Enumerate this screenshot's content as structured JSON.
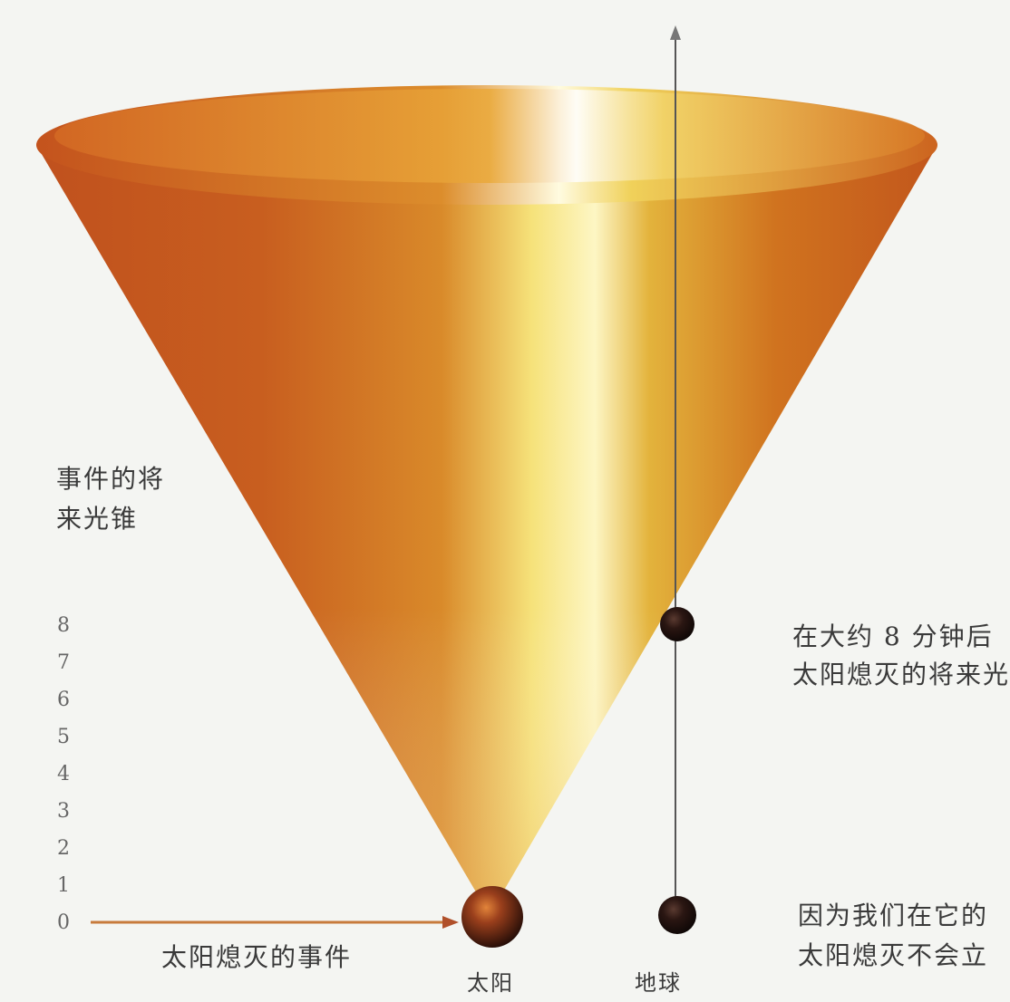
{
  "labels": {
    "future_cone_line1": "事件的将",
    "future_cone_line2": "来光锥",
    "event_label": "太阳熄灭的事件",
    "right_top_line1": "在大约 8 分钟后",
    "right_top_line2": "太阳熄灭的将来光",
    "right_bottom_line1": "因为我们在它的",
    "right_bottom_line2": "太阳熄灭不会立",
    "sun_label": "太阳",
    "earth_label": "地球"
  },
  "time_axis": {
    "ticks": [
      "0",
      "1",
      "2",
      "3",
      "4",
      "5",
      "6",
      "7",
      "8"
    ]
  },
  "colors": {
    "cone_dark": "#b9471a",
    "cone_mid": "#d67a22",
    "cone_light": "#f4d24a",
    "line_color": "#d9a566",
    "sphere": "#1a0f0c",
    "background": "#f4f5f2"
  }
}
